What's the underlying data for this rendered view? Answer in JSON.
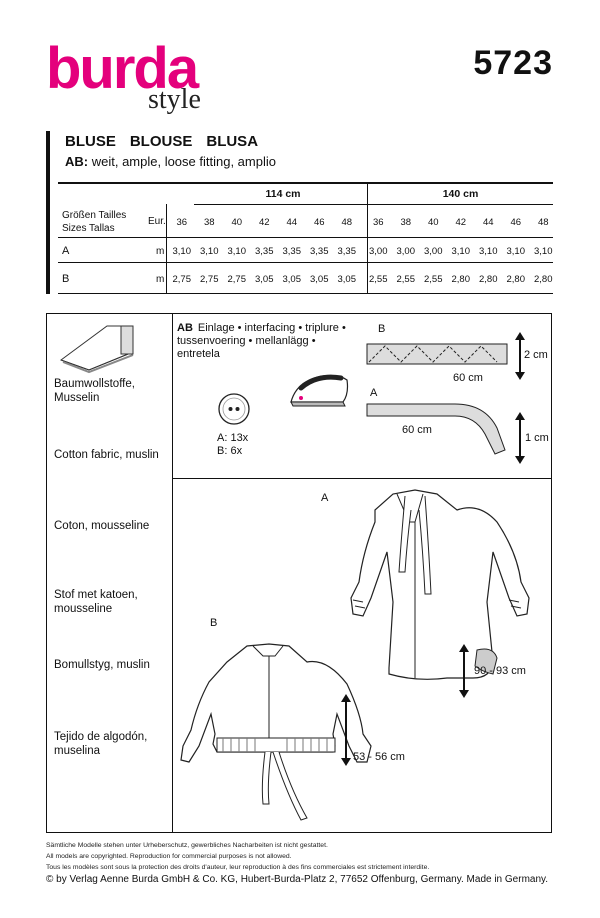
{
  "header": {
    "logo_main": "burda",
    "logo_sub": "style",
    "pattern_number": "5723"
  },
  "title": {
    "words": [
      "BLUSE",
      "BLOUSE",
      "BLUSA"
    ],
    "sub_prefix": "AB:",
    "sub_text": " weit, ample, loose fitting, amplio"
  },
  "size_table": {
    "groups": [
      "114 cm",
      "140 cm"
    ],
    "label_row1": "Größen  Tailles",
    "label_row2": "Sizes  Tallas",
    "eur_label": "Eur.",
    "sizes": [
      "36",
      "38",
      "40",
      "42",
      "44",
      "46",
      "48",
      "36",
      "38",
      "40",
      "42",
      "44",
      "46",
      "48"
    ],
    "rows": [
      {
        "view": "A",
        "unit": "m",
        "values": [
          "3,10",
          "3,10",
          "3,10",
          "3,35",
          "3,35",
          "3,35",
          "3,35",
          "3,00",
          "3,00",
          "3,00",
          "3,10",
          "3,10",
          "3,10",
          "3,10"
        ]
      },
      {
        "view": "B",
        "unit": "m",
        "values": [
          "2,75",
          "2,75",
          "2,75",
          "3,05",
          "3,05",
          "3,05",
          "3,05",
          "2,55",
          "2,55",
          "2,55",
          "2,80",
          "2,80",
          "2,80",
          "2,80"
        ]
      }
    ]
  },
  "fabrics": [
    "Baumwollstoffe,\nMusselin",
    "Cotton fabric, muslin",
    "Coton, mousseline",
    "Stof met katoen,\nmousseline",
    "Bomullstyg, muslin",
    "Tejido de algodón,\nmuselina"
  ],
  "notions": {
    "interfacing_prefix": "AB",
    "interfacing_text": "Einlage • interfacing • triplure •\ntussenvoering • mellanlägg •\nentretela",
    "buttons_a": "A: 13x",
    "buttons_b": "B: 6x",
    "strip_b_label": "B",
    "strip_b_length": "60 cm",
    "strip_b_width": "2 cm",
    "strip_a_label": "A",
    "strip_a_length": "60 cm",
    "strip_a_width": "1 cm"
  },
  "drawing": {
    "view_a_label": "A",
    "view_b_label": "B",
    "view_a_length": "90 - 93 cm",
    "view_b_length": "53 - 56 cm"
  },
  "footer": {
    "line1": "Sämtliche Modelle stehen unter Urheberschutz, gewerbliches Nacharbeiten ist nicht gestattet.",
    "line2": "All models are copyrighted. Reproduction for commercial purposes is not allowed.",
    "line3": "Tous les modèles sont sous la protection des droits d'auteur, leur reproduction à des fins commerciales est strictement interdite.",
    "copyright": "© by Verlag Aenne Burda GmbH & Co. KG, Hubert-Burda-Platz 2, 77652 Offenburg, Germany. Made in Germany."
  }
}
